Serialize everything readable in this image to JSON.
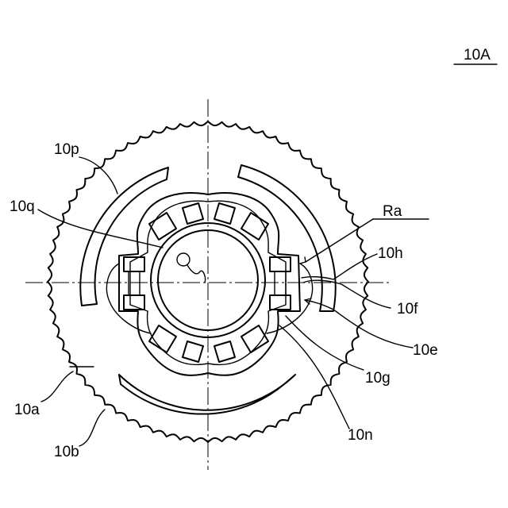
{
  "figure": {
    "title": "10A",
    "labels": {
      "p": "10p",
      "q": "10q",
      "ra": "Ra",
      "h": "10h",
      "f": "10f",
      "e": "10e",
      "g": "10g",
      "n": "10n",
      "a": "10a",
      "b": "10b"
    }
  }
}
